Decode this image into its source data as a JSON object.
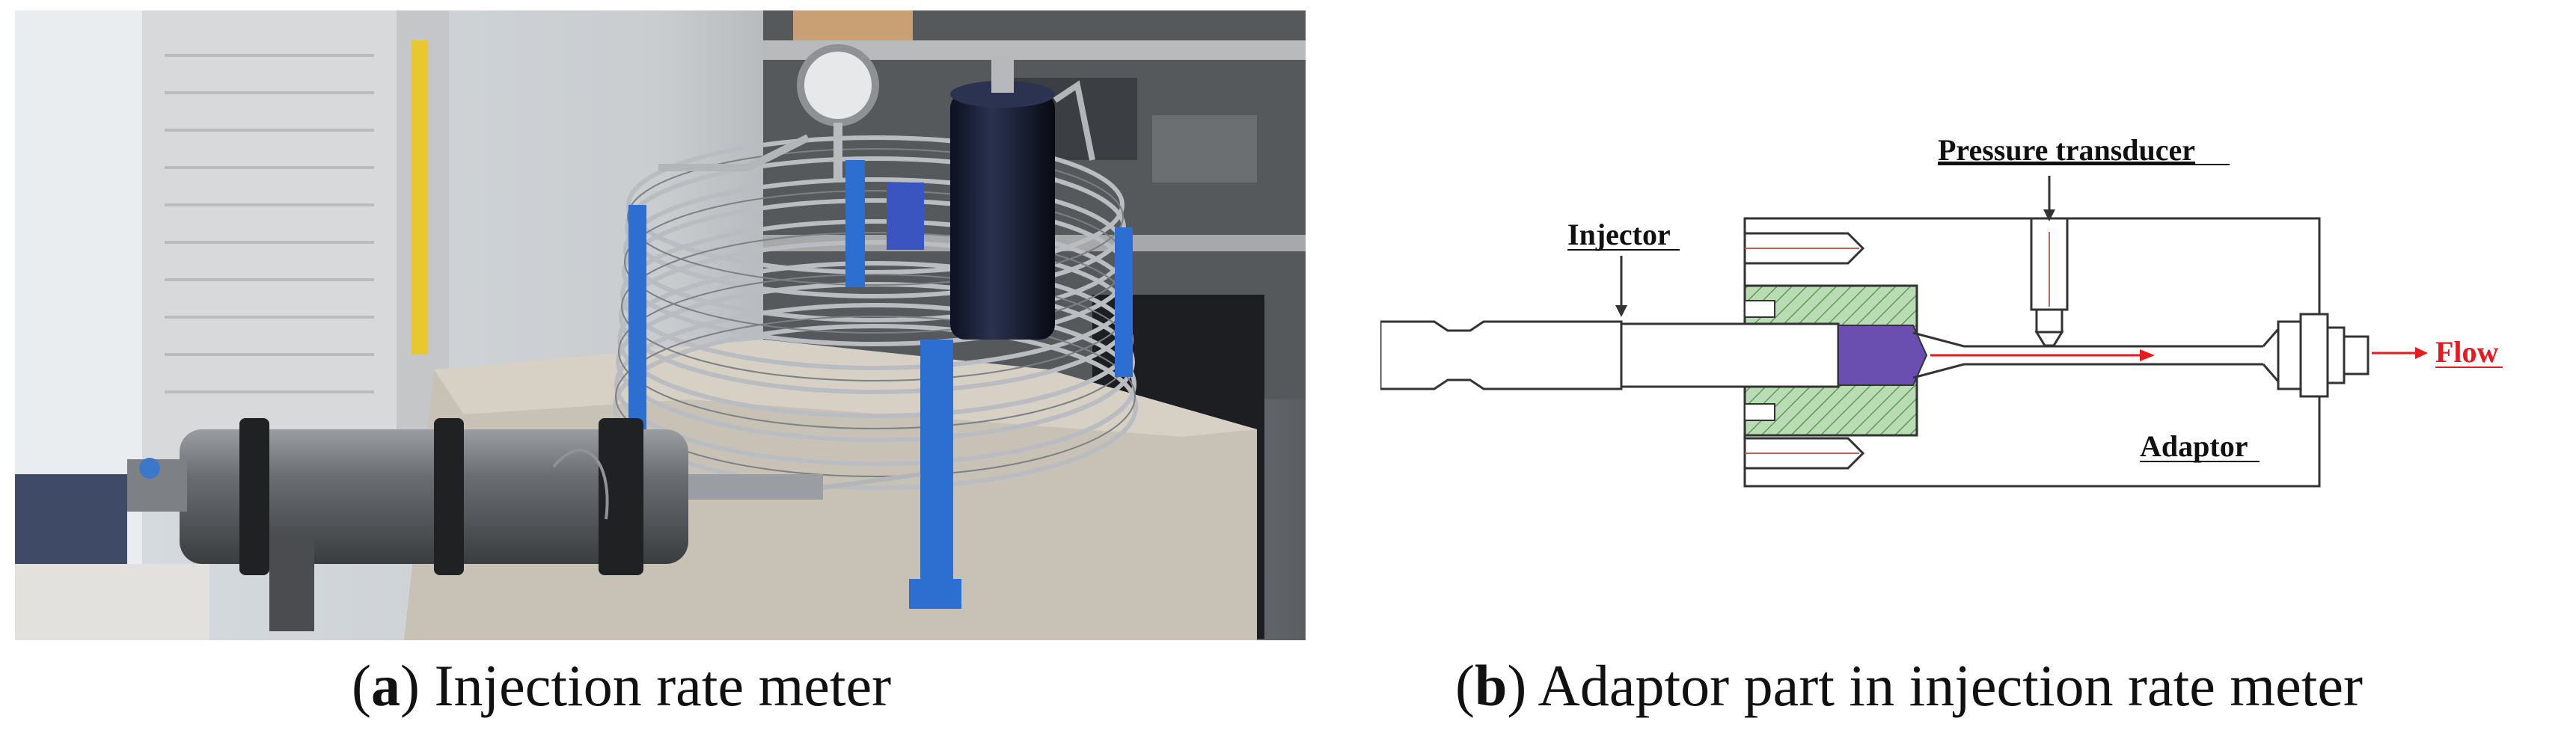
{
  "panel_a": {
    "caption_open": "(",
    "caption_letter": "a",
    "caption_close": ")",
    "caption_text": " Injection rate meter"
  },
  "panel_b": {
    "caption_open": "(",
    "caption_letter": "b",
    "caption_close": ")",
    "caption_text": " Adaptor part in injection rate meter",
    "labels": {
      "pressure_transducer": "Pressure transducer",
      "injector": "Injector",
      "adaptor": "Adaptor",
      "flow": "Flow"
    },
    "colors": {
      "flow_arrow": "#e8191f",
      "nozzle_fill": "#6a4fb0",
      "hatch_fill": "#8fc48a",
      "outline": "#333333"
    }
  }
}
